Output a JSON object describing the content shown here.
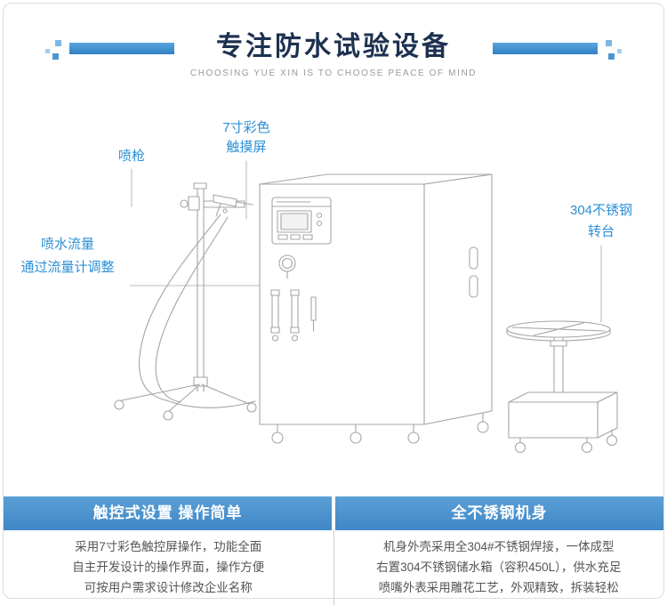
{
  "colors": {
    "accent_blue": "#3f88c6",
    "label_blue": "#2b8fd6",
    "title_navy": "#1d3150",
    "drawing_gray": "#a5a5a5"
  },
  "header": {
    "title": "专注防水试验设备",
    "subtitle": "CHOOSING YUE XIN IS TO CHOOSE PEACE OF MIND"
  },
  "diagram": {
    "callouts": {
      "spray_gun": {
        "label": "喷枪"
      },
      "touch_screen": {
        "line1": "7寸彩色",
        "line2": "触摸屏"
      },
      "flow": {
        "line1": "喷水流量",
        "line2": "通过流量计调整"
      },
      "turntable": {
        "line1": "304不锈钢",
        "line2": "转台"
      }
    }
  },
  "features": [
    {
      "title": "触控式设置 操作简单",
      "lines": [
        "采用7寸彩色触控屏操作，功能全面",
        "自主开发设计的操作界面，操作方便",
        "可按用户需求设计修改企业名称"
      ]
    },
    {
      "title": "全不锈钢机身",
      "lines": [
        "机身外壳采用全304#不锈钢焊接，一体成型",
        "右置304不锈钢储水箱（容积450L），供水充足",
        "喷嘴外表采用雕花工艺，外观精致，拆装轻松"
      ]
    }
  ]
}
